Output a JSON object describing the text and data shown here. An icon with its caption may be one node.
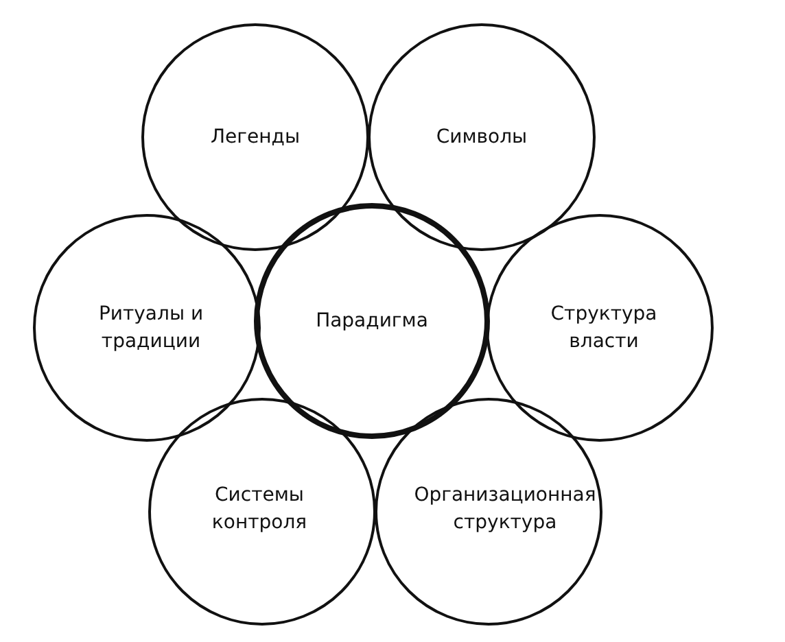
{
  "diagram": {
    "nodes": [
      {
        "text": [
          "Легенды"
        ]
      },
      {
        "text": [
          "Символы"
        ]
      },
      {
        "text": [
          "Ритуалы и традиции"
        ]
      },
      {
        "text": [
          "Парадигма"
        ]
      },
      {
        "text": [
          "Структура власти"
        ]
      },
      {
        "text": [
          "Системы контроля"
        ]
      },
      {
        "text": [
          "Организационная структура"
        ]
      }
    ]
  }
}
